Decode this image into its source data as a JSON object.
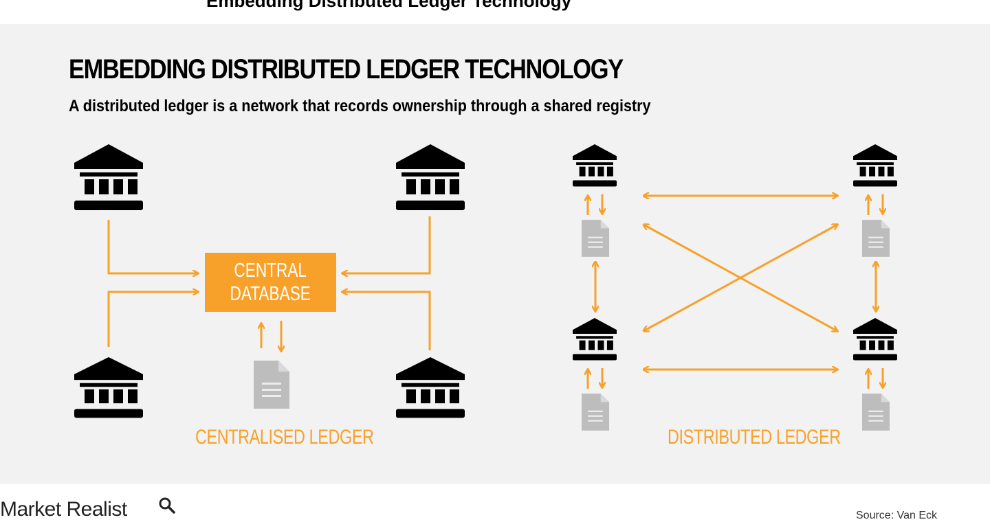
{
  "page": {
    "heading": "Embedding Distributed Ledger Technology"
  },
  "infographic": {
    "title": "EMBEDDING DISTRIBUTED LEDGER TECHNOLOGY",
    "subtitle": "A distributed ledger is a network that records ownership through a shared registry",
    "central_database_label": "CENTRAL\nDATABASE",
    "centralised_label": "CENTRALISED LEDGER",
    "distributed_label": "DISTRIBUTED LEDGER",
    "accent_color": "#f7a12b",
    "document_color": "#bdbdbd",
    "icons": {
      "institution": "bank-building-icon",
      "document": "document-icon",
      "connector": "bidirectional-arrow-icon"
    }
  },
  "footer": {
    "brand": "Market Realist",
    "source": "Source: Van Eck"
  }
}
